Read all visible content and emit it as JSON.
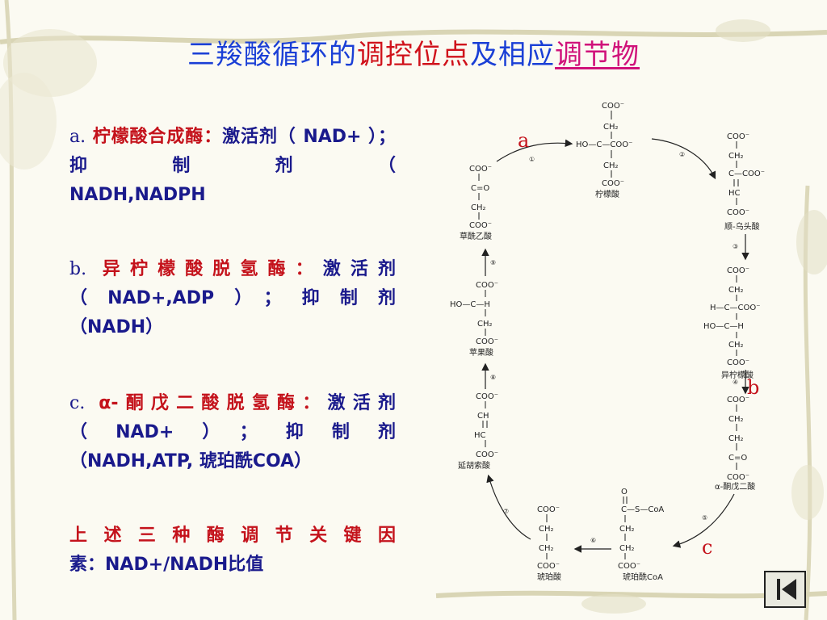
{
  "title": {
    "part1": "三羧酸循环的",
    "part2": "调控位点",
    "part3": "及相应",
    "part4": "调节物"
  },
  "items": [
    {
      "letter": "a.",
      "enzyme": "柠檬酸合成酶",
      "colon": "：",
      "rest": "激活剂（ NAD+ ）；  抑 制 剂 （",
      "last": "NADH,NADPH"
    },
    {
      "letter": "b.",
      "enzyme": "异柠檬酸脱氢酶",
      "colon": "：",
      "rest": "激活剂（NAD+,ADP）；抑制剂",
      "last": "（NADH）"
    },
    {
      "letter": "c.",
      "enzyme": "α-酮戊二酸脱氢酶",
      "colon": "：",
      "rest": "激活剂（NAD+）；抑制剂",
      "last": "（NADH,ATP, 琥珀酰COA）"
    }
  ],
  "summary": {
    "line1": "上述三种酶调节关键因",
    "line2": "素：NAD+/NADH比值"
  },
  "pathway": {
    "marks": [
      "a",
      "b",
      "c"
    ],
    "steps": [
      "①",
      "②",
      "③",
      "④",
      "⑤",
      "⑥",
      "⑦",
      "⑧",
      "⑨"
    ],
    "labels": {
      "citrate": "柠檬酸",
      "cis_aconitate": "顺-乌头酸",
      "isocitrate": "异柠檬酸",
      "akg": "α-酮戊二酸",
      "succinyl_coa": "琥珀酰CoA",
      "succinate": "琥珀酸",
      "fumarate": "延胡索酸",
      "malate": "苹果酸",
      "oxaloacetate": "草酰乙酸"
    }
  },
  "colors": {
    "title_blue": "#1a3fd6",
    "title_red": "#d0121b",
    "title_magenta": "#d0127a",
    "text_blue": "#1a1a8c",
    "text_red": "#c4121b"
  }
}
